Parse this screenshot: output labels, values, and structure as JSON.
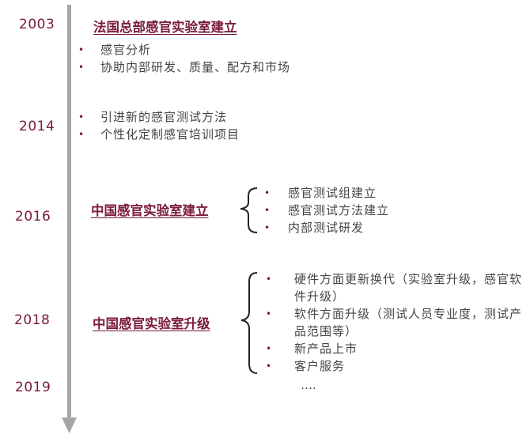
{
  "timeline": {
    "events": [
      {
        "year": "2003",
        "heading": "法国总部感官实验室建立",
        "items": [
          "感官分析",
          "协助内部研发、质量、配方和市场"
        ]
      },
      {
        "year": "2014",
        "heading": "",
        "items": [
          "引进新的感官测试方法",
          "个性化定制感官培训项目"
        ]
      },
      {
        "year": "2016",
        "heading": "中国感官实验室建立",
        "items": [
          "感官测试组建立",
          "感官测试方法建立",
          "内部测试研发"
        ]
      },
      {
        "year": "2018",
        "heading": "中国感官实验室升级",
        "items": [
          "硬件方面更新换代（实验室升级，感官软件升级）",
          "软件方面升级（测试人员专业度，测试产品范围等）",
          "新产品上市",
          "客户服务"
        ]
      },
      {
        "year": "2019",
        "heading": "",
        "items": []
      }
    ],
    "continuation": "….",
    "bullet_glyph": "•"
  },
  "colors": {
    "year": "#7a1a3a",
    "heading": "#7a1a3a",
    "body_text": "#444444",
    "axis": "#a6a6a6",
    "brace": "#222222"
  }
}
